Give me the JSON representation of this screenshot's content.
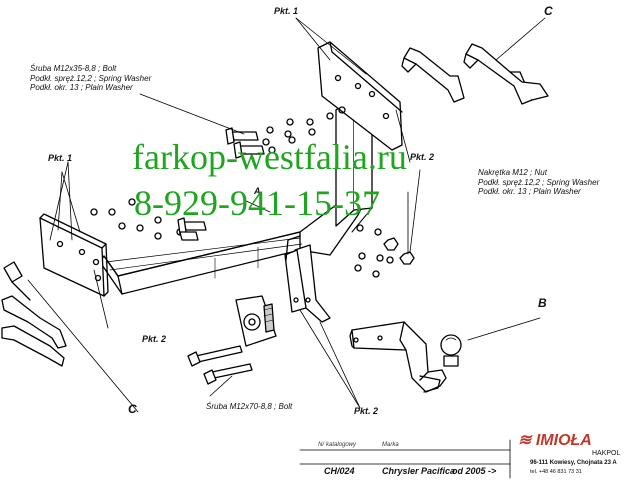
{
  "labels": {
    "pkt1_top": "Pkt. 1",
    "pkt1_left": "Pkt. 1",
    "pkt2_left": "Pkt. 2",
    "pkt2_bottom": "Pkt. 2",
    "pkt2_center": "Pkt. 2",
    "letter_c_top": "C",
    "letter_c_bottom": "C",
    "letter_b": "B",
    "letter_a": "A"
  },
  "bolt_top_note": [
    "Śruba M12x35-8,8 ;  Bolt",
    "Podkł. spręż.12,2 ; Spring Washer",
    "Podkł. okr. 13 ; Plain Washer"
  ],
  "nut_note": [
    "Nakrętka  M12 ; Nut",
    "Podkł. spręż.12,2 ; Spring Washer",
    "Podkł. okr. 13 ; Plain Washer"
  ],
  "bolt_bottom_note": "Śruba M12x70-8,8 ;  Bolt",
  "watermark": {
    "site": "farkop-westfalia.ru",
    "phone": "8-929-941-15-37"
  },
  "footer": {
    "catalog_caption": "Nr katalogowy",
    "catalog_value": "CH/024",
    "brand_caption": "Marka",
    "model_value": "Chrysler Pacifica",
    "year_value": "od  2005 ->"
  },
  "company": {
    "logo": "IMIOŁA",
    "logo_sub": "HAKPOL",
    "address": "96-111 Kowiesy, Chojnata 23 A",
    "phone": "tel. +48 46 831 73 31"
  },
  "colors": {
    "line": "#000000",
    "watermark": "#1fa51f",
    "logo": "#c0392b"
  }
}
